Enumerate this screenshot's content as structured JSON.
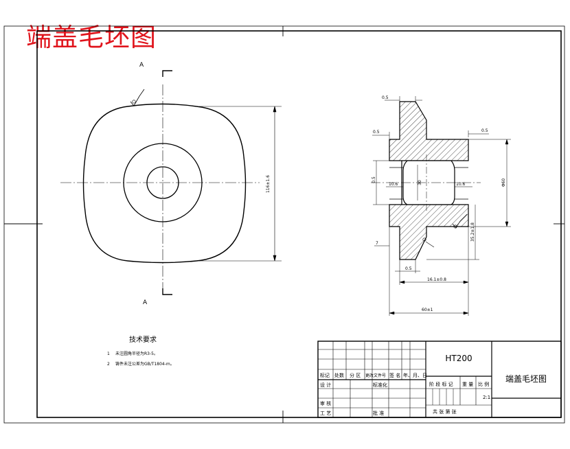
{
  "heading": "端盖毛坯图",
  "drawing": {
    "section_label_top": "A",
    "section_label_bottom": "A",
    "front_view": {
      "height_dim": "116±1.6"
    },
    "section_view": {
      "dim_top_0_5": "0.5",
      "dim_left_0_5": "0.5",
      "dim_right_0_5": "0.5",
      "dim_left_vertical_0_5": "0.5",
      "dim_bore_10_6_left": "10.6",
      "dim_bore_10_6_right": "10.6",
      "dim_bore_dia": "30",
      "dim_outer_dia": "Φ60",
      "dim_vertical_right": "35.2±1.8",
      "dim_seven": "7",
      "dim_bottom_0_5": "0.5",
      "dim_16": "16.1±0.8",
      "dim_60": "60±1"
    }
  },
  "tech_requirements": {
    "title": "技术要求",
    "items": [
      {
        "num": "1",
        "text": "未注圆角半径为R3-5。"
      },
      {
        "num": "2",
        "text": "铸件未注公差为GB/T1804-m。"
      }
    ]
  },
  "title_block": {
    "material": "HT200",
    "part_name": "端盖毛坯图",
    "labels": {
      "mark": "标记",
      "count": "处数",
      "zone": "分 区",
      "doc_no": "更改文件号",
      "sign": "签 名",
      "date": "年、月、日",
      "design": "设 计",
      "standardize": "标准化",
      "stage_mark": "阶 段 标 记",
      "weight": "重 量",
      "scale": "比 例",
      "scale_value": "2:1",
      "review": "审 核",
      "process": "工 艺",
      "approve": "批 准",
      "sheets": "共    张  第    张"
    }
  },
  "colors": {
    "title_red": "#e0141c",
    "line": "#000000",
    "hatch": "#000000"
  }
}
